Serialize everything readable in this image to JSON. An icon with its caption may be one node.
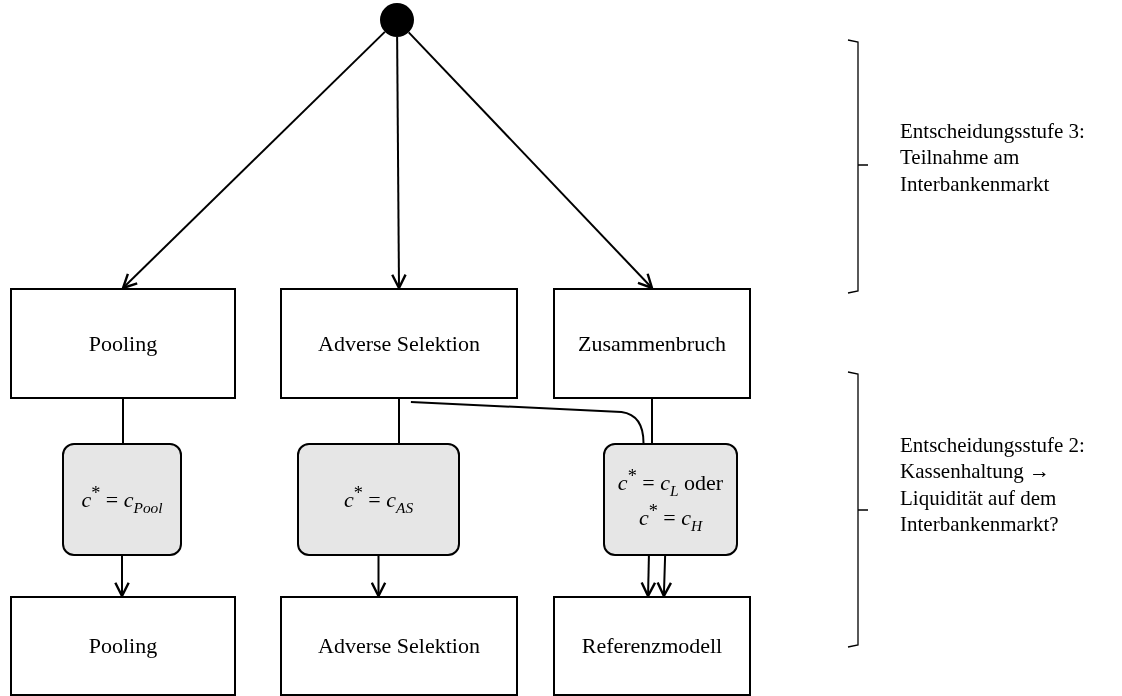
{
  "diagram": {
    "nodes": [
      {
        "text": [],
        "shape": "circle"
      },
      {
        "text": [
          "Pooling"
        ]
      },
      {
        "text": [
          "Adverse Selektion"
        ]
      },
      {
        "text": [
          "Zusammenbruch"
        ]
      },
      {
        "text": [
          "*c*$^{*}$ = *c*$_{Pool}$"
        ]
      },
      {
        "text": [
          "*c*$^{*}$ = *c*$_{AS}$"
        ]
      },
      {
        "text": [
          "*c*$^{*}$ = *c*$_{L}$ oder *c*$^{*}$ = *c*$_{H}$"
        ]
      },
      {
        "text": [
          "Pooling"
        ]
      },
      {
        "text": [
          "Adverse Selektion"
        ]
      },
      {
        "text": [
          "Referenzmodell"
        ]
      }
    ],
    "edges": [
      {
        "from": 0,
        "to": 1,
        "arrow": "to"
      },
      {
        "from": 0,
        "to": 2,
        "arrow": "to"
      },
      {
        "from": 0,
        "to": 3,
        "arrow": "to"
      },
      {
        "from": 1,
        "to": 4,
        "arrow": "none"
      },
      {
        "from": 2,
        "to": 5,
        "arrow": "none"
      },
      {
        "from": 2,
        "to": 6,
        "arrow": "none"
      },
      {
        "from": 3,
        "to": 6,
        "arrow": "none"
      },
      {
        "from": 4,
        "to": 7,
        "arrow": "to"
      },
      {
        "from": 5,
        "to": 8,
        "arrow": "to"
      },
      {
        "from": 6,
        "to": 9,
        "arrow": "to"
      },
      {
        "from": 6,
        "to": 9,
        "arrow": "to"
      }
    ],
    "labels": [
      "Entscheidungsstufe 3: Teilnahme am Interbankenmarkt",
      "Entscheidungsstufe 2: Kassenhaltung → Liquidität auf dem Interbankenmarkt?"
    ]
  }
}
